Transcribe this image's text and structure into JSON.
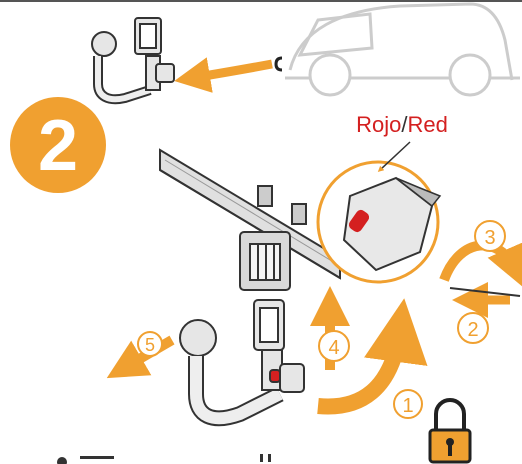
{
  "step_badge": "2",
  "color_label": {
    "es": "Rojo",
    "separator": "/",
    "en": "Red"
  },
  "step_numbers": [
    "1",
    "2",
    "3",
    "4",
    "5"
  ],
  "colors": {
    "accent_orange": "#f0a030",
    "red_marker": "#d42020",
    "line_dark": "#333333",
    "car_outline": "#cccccc",
    "part_grey": "#d9d9d9"
  },
  "icons": [
    "car-outline-icon",
    "tow-ball-icon",
    "padlock-icon",
    "key-icon",
    "arrow-icon"
  ]
}
